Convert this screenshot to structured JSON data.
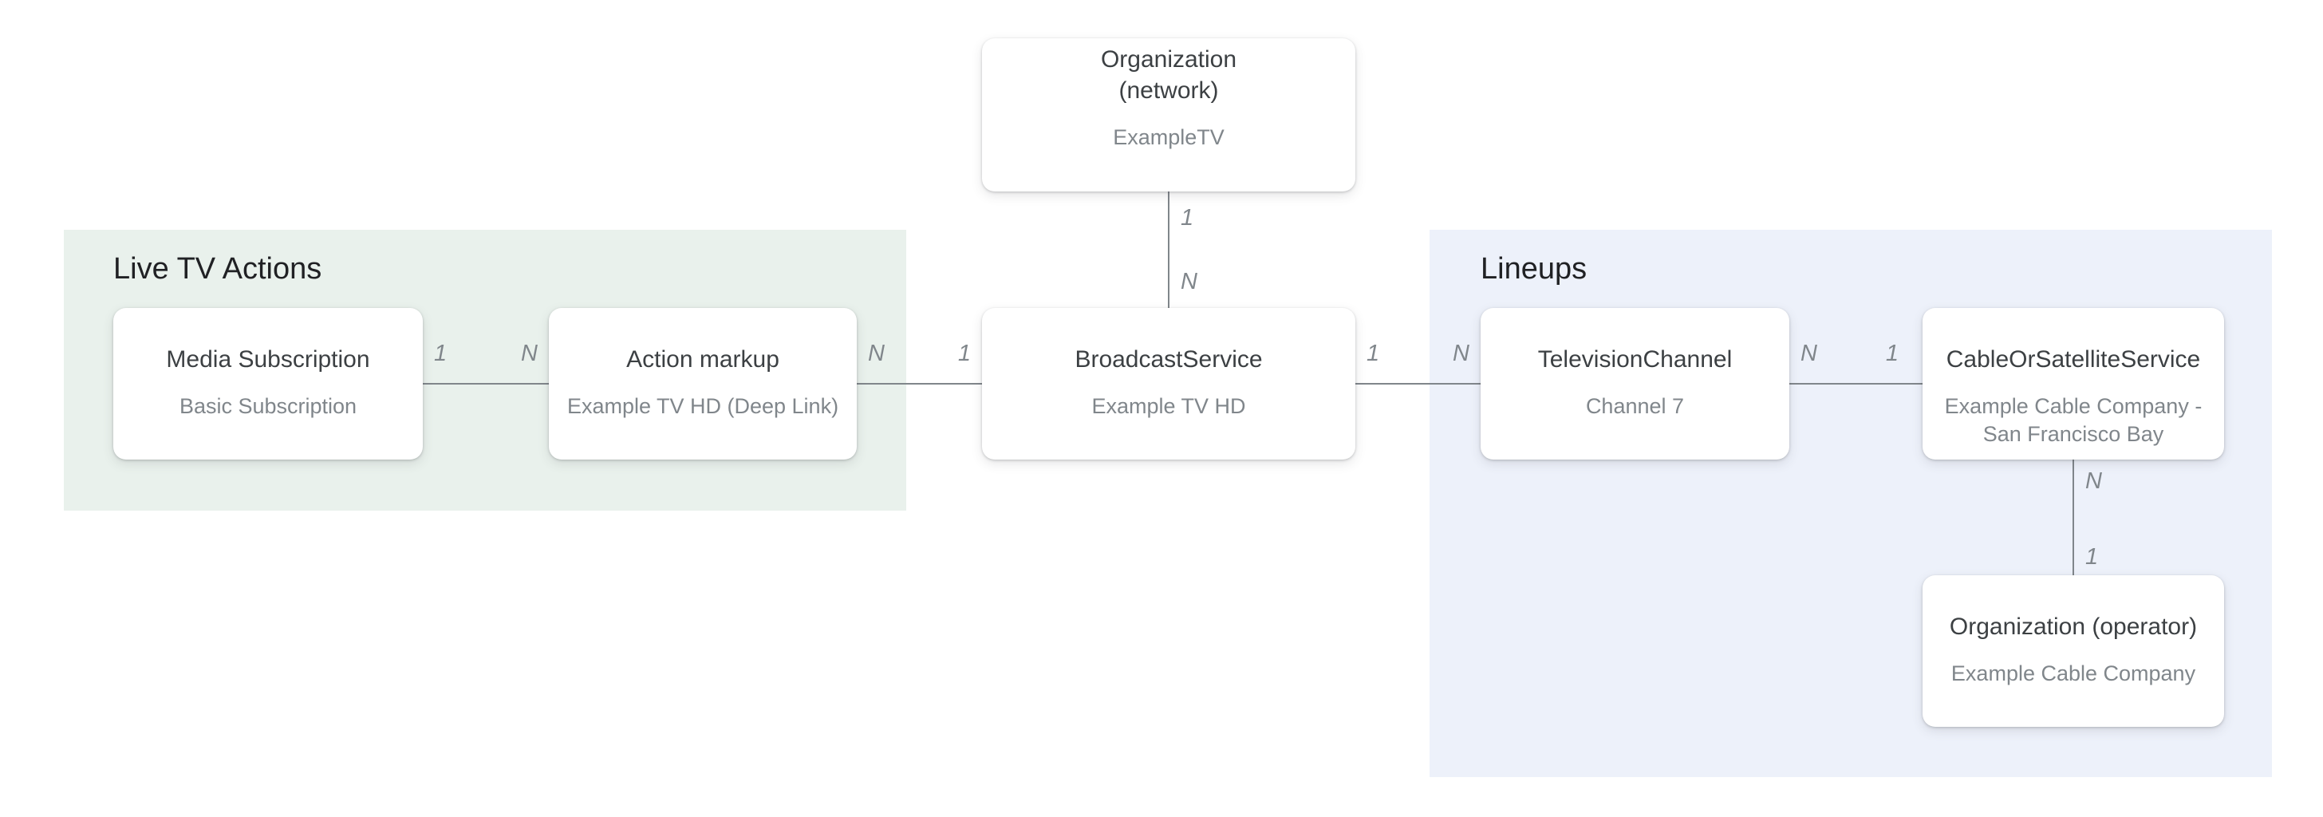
{
  "groups": {
    "live_tv_actions": {
      "label": "Live TV Actions",
      "background": "#e9f1ec"
    },
    "lineups": {
      "label": "Lineups",
      "background": "#edf1fa"
    }
  },
  "nodes": {
    "organization_network": {
      "title": "Organization\n(network)",
      "subtitle": "ExampleTV"
    },
    "media_subscription": {
      "title": "Media Subscription",
      "subtitle": "Basic Subscription"
    },
    "action_markup": {
      "title": "Action markup",
      "subtitle": "Example TV HD (Deep Link)"
    },
    "broadcast_service": {
      "title": "BroadcastService",
      "subtitle": "Example TV HD"
    },
    "television_channel": {
      "title": "TelevisionChannel",
      "subtitle": "Channel 7"
    },
    "cable_or_satellite_service": {
      "title": "CableOrSatelliteService",
      "subtitle": "Example Cable Company -\nSan Francisco Bay"
    },
    "organization_operator": {
      "title": "Organization (operator)",
      "subtitle": "Example Cable Company"
    }
  },
  "edges": {
    "network_to_broadcast": {
      "start_label": "1",
      "end_label": "N"
    },
    "media_to_action": {
      "start_label": "1",
      "end_label": "N"
    },
    "action_to_broadcast": {
      "start_label": "N",
      "end_label": "1"
    },
    "broadcast_to_channel": {
      "start_label": "1",
      "end_label": "N"
    },
    "channel_to_cable": {
      "start_label": "N",
      "end_label": "1"
    },
    "cable_to_operator": {
      "start_label": "N",
      "end_label": "1"
    }
  },
  "colors": {
    "line": "#80868b",
    "node_title": "#3c4043",
    "node_subtitle": "#80868b",
    "group_heading": "#202124",
    "edge_label": "#80868b",
    "live_tv_actions_background": "#e9f1ec",
    "lineups_background": "#edf1fa",
    "node_background": "#ffffff",
    "page_background": "#ffffff"
  }
}
